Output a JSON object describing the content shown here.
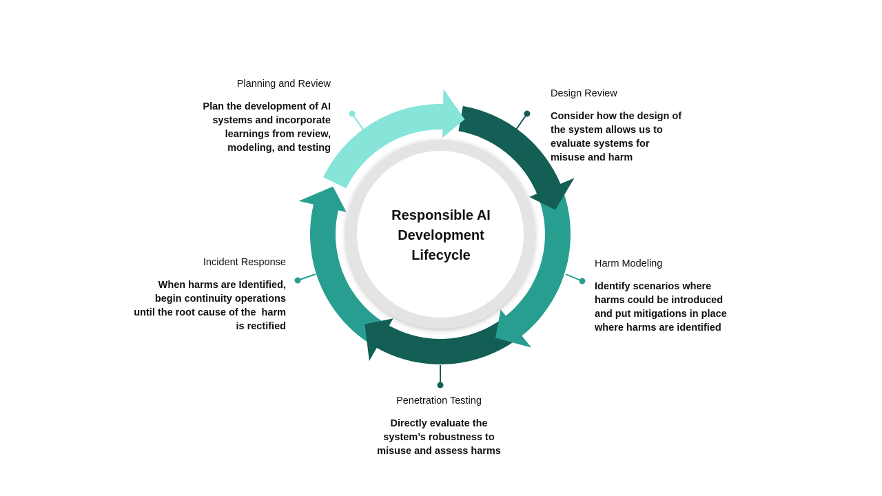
{
  "center": {
    "lines": [
      "Responsible AI",
      "Development",
      "Lifecycle"
    ]
  },
  "stages": {
    "planning": {
      "title": "Planning and Review",
      "lines": [
        "Plan the development of AI",
        "systems and incorporate",
        "learnings from review,",
        "modeling, and testing"
      ]
    },
    "design": {
      "title": "Design Review",
      "lines": [
        "Consider how the design of",
        "the system allows us to",
        "evaluate systems for",
        "misuse and harm"
      ]
    },
    "harm": {
      "title": "Harm Modeling",
      "lines": [
        "Identify scenarios where",
        "harms could be introduced",
        "and put mitigations in place",
        "where harms are identified"
      ]
    },
    "penetration": {
      "title": "Penetration Testing",
      "lines": [
        "Directly evaluate the",
        "system’s robustness to",
        "misuse and assess harms"
      ]
    },
    "incident": {
      "title": "Incident Response",
      "lines": [
        "When harms are Identified,",
        "begin continuity operations",
        "until the root cause of the  harm",
        "is rectified"
      ]
    }
  },
  "colors": {
    "light_teal": "#86e4d9",
    "mid_teal": "#279e90",
    "dark_teal": "#135e55",
    "ring_gray": "#e4e4e4",
    "center_white": "#ffffff"
  },
  "icons": {
    "connector_dot": "circle-dot-icon",
    "arrow_head": "arrow-head-icon"
  }
}
